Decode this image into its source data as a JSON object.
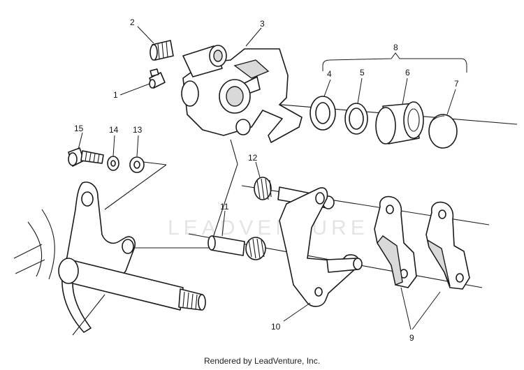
{
  "callouts": {
    "p1": "1",
    "p2": "2",
    "p3": "3",
    "p4": "4",
    "p5": "5",
    "p6": "6",
    "p7": "7",
    "p8": "8",
    "p9": "9",
    "p10": "10",
    "p11": "11",
    "p12": "12",
    "p13": "13",
    "p14": "14",
    "p15": "15"
  },
  "watermark": "LEADVENTURE",
  "footer": "Rendered by LeadVenture, Inc."
}
